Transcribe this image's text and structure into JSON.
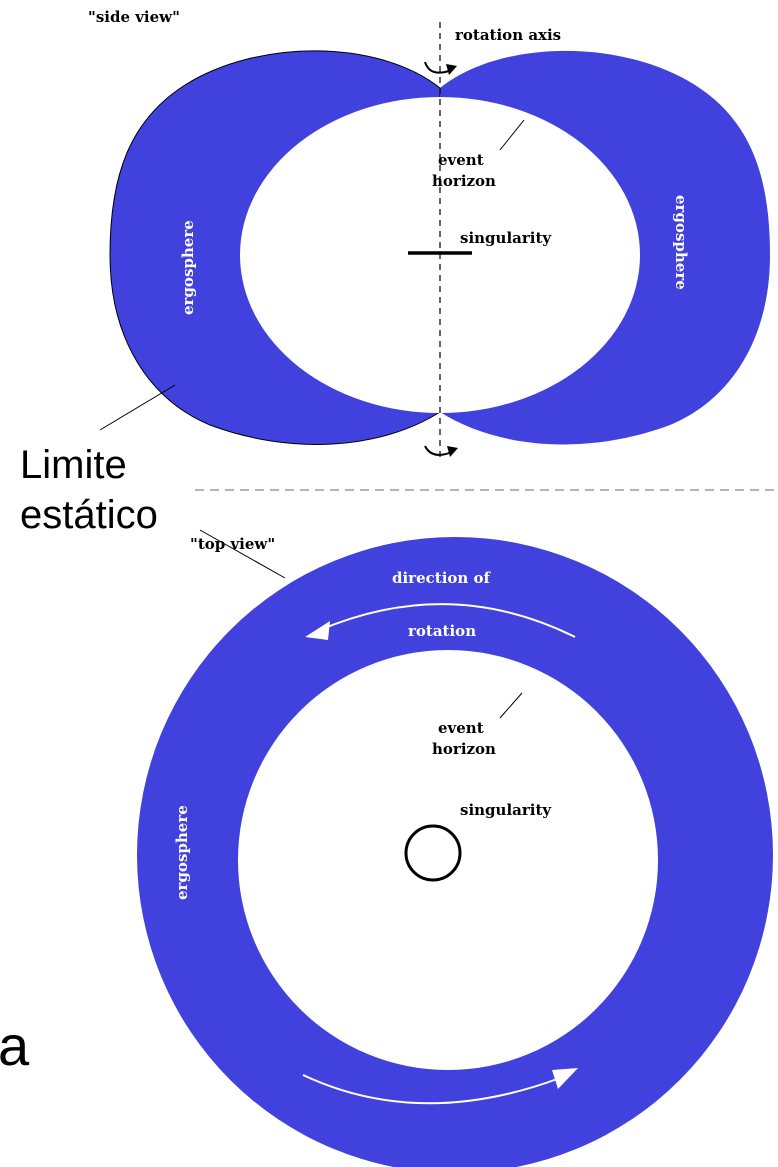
{
  "side_view": {
    "caption": "\"side view\"",
    "rotation_axis_label": "rotation axis",
    "event_horizon_line1": "event",
    "event_horizon_line2": "horizon",
    "singularity_label": "singularity",
    "ergosphere_left": "ergosphere",
    "ergosphere_right": "ergosphere"
  },
  "static_limit": {
    "line1": "Limite",
    "line2": "estático"
  },
  "top_view": {
    "caption": "\"top view\"",
    "direction_line1": "direction of",
    "direction_line2": "rotation",
    "event_horizon_line1": "event",
    "event_horizon_line2": "horizon",
    "singularity_label": "singularity",
    "ergosphere_label": "ergosphere"
  },
  "colors": {
    "ergosphere_fill": "#4141dd",
    "background": "#ffffff",
    "ink": "#000000"
  }
}
